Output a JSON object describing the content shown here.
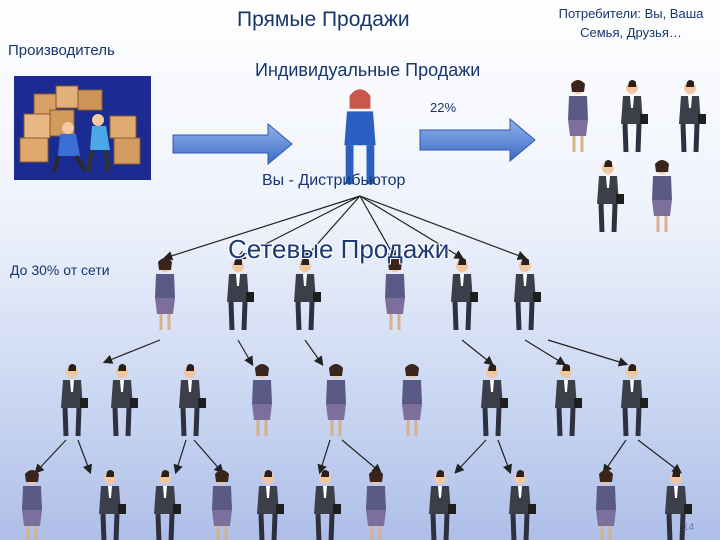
{
  "title": "Прямые Продажи",
  "producer_label": "Производитель",
  "individual_sales_label": "Индивидуальные  Продажи",
  "consumers_label": "Потребители: Вы, Ваша Семья, Друзья…",
  "direct_percent": "22%",
  "distributor_label": "Вы - Дистрибьютор",
  "network_sales_label": "Сетевые Продажи",
  "network_percent": "До 30% от сети",
  "page_number": "14",
  "colors": {
    "text": "#17356e",
    "arrow_fill": "#4f7fd0",
    "factory_bg": "#1b2b92"
  },
  "icons": [
    "factory-clipart",
    "businesswoman-distributor",
    "business-person-figure",
    "handshake-figure",
    "phone-figure"
  ]
}
